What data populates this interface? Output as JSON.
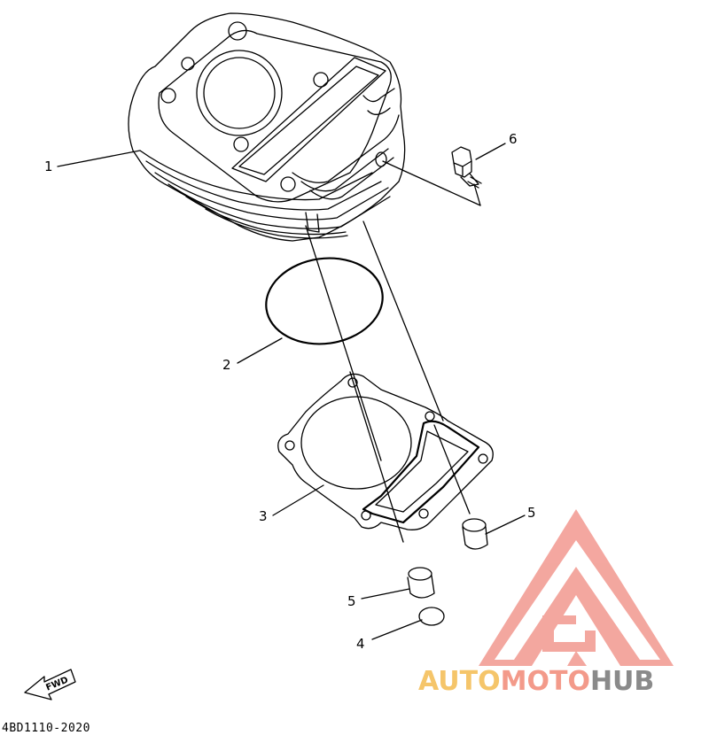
{
  "diagram": {
    "callouts": [
      {
        "id": "1",
        "label": "1"
      },
      {
        "id": "2",
        "label": "2"
      },
      {
        "id": "3",
        "label": "3"
      },
      {
        "id": "4",
        "label": "4"
      },
      {
        "id": "5a",
        "label": "5"
      },
      {
        "id": "5b",
        "label": "5"
      },
      {
        "id": "6",
        "label": "6"
      }
    ],
    "forward_marker": "FWD",
    "drawing_code": "4BD1110-2020"
  },
  "watermark": {
    "brand_part1": "AUTO",
    "brand_part2": "MOTO",
    "brand_part3": "HUB",
    "colors": {
      "auto": "#f5c56a",
      "moto": "#f39a8a",
      "hub": "#8a8a8a",
      "logo": "#f08a80"
    }
  }
}
